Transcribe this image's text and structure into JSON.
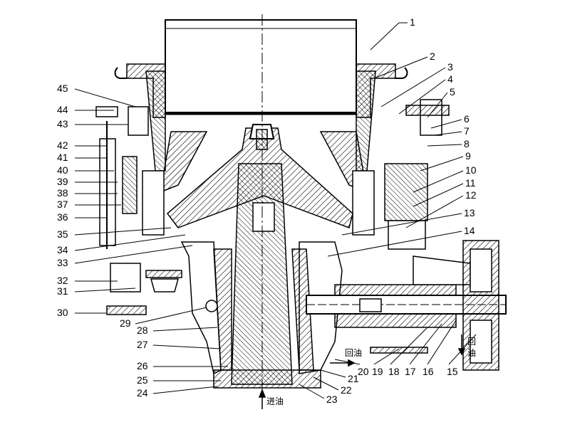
{
  "callouts_right": [
    "1",
    "2",
    "3",
    "4",
    "5",
    "6",
    "7",
    "8",
    "9",
    "10",
    "11",
    "12",
    "13",
    "14"
  ],
  "callouts_left": [
    "45",
    "44",
    "43",
    "42",
    "41",
    "40",
    "39",
    "38",
    "37",
    "36",
    "35",
    "34",
    "33",
    "32",
    "31",
    "30"
  ],
  "callouts_bottom": [
    "29",
    "28",
    "27",
    "26",
    "25",
    "24",
    "23",
    "22",
    "21",
    "20",
    "19",
    "18",
    "17",
    "16",
    "15"
  ],
  "annotations": {
    "oil_in": "进油",
    "oil_return_center": "回油",
    "oil_return_right": "回油"
  }
}
